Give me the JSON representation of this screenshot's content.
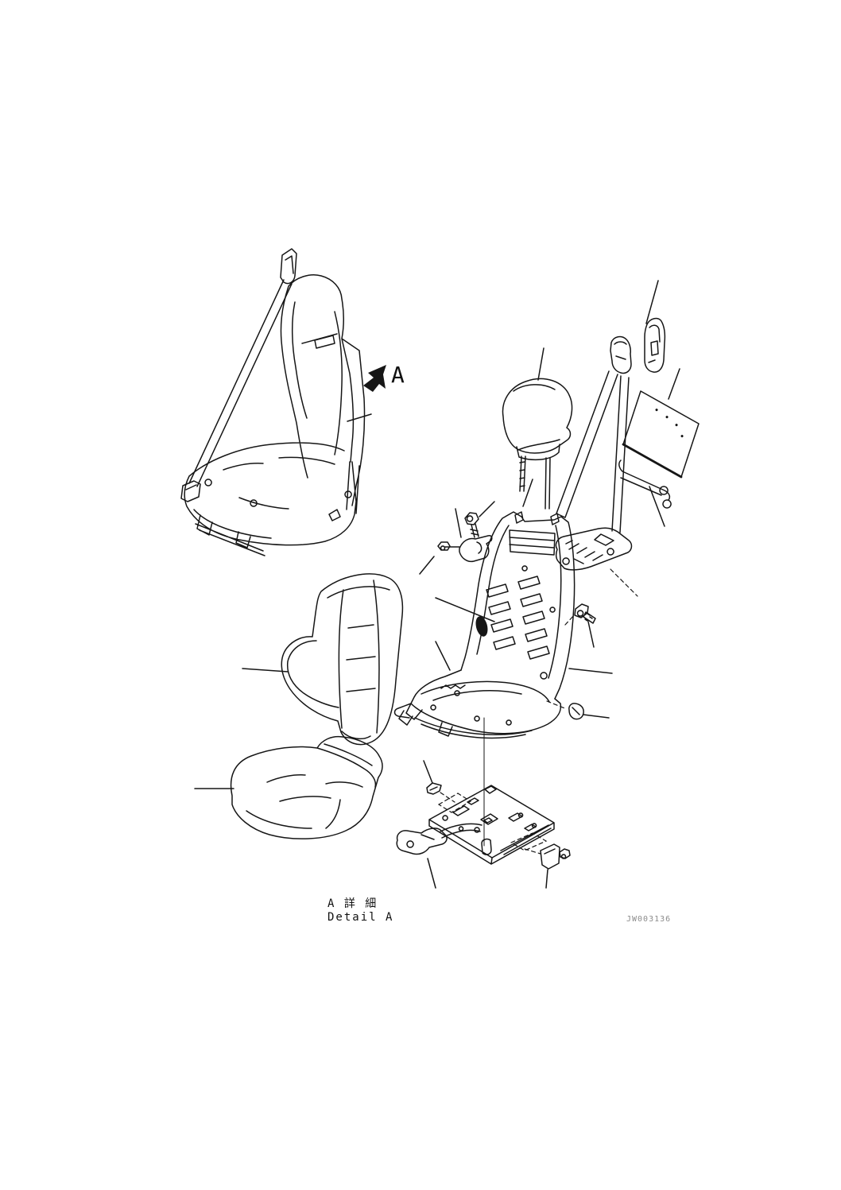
{
  "labels": {
    "view_marker": "A",
    "detail_caption_ja": "A 詳 細",
    "detail_caption_en": "Detail A",
    "drawing_number": "JW003136"
  },
  "colors": {
    "background": "#ffffff",
    "line": "#161616",
    "drawing_number_text": "#8c8c8c"
  },
  "components": [
    "assembled-seat-with-seat-belt",
    "headrest",
    "seat-belt-shoulder-anchor",
    "seat-belt-retractor",
    "belt-guide-cover",
    "back-panel",
    "belt-anchor-bar",
    "seat-back-frame",
    "seat-pan-frame",
    "mounting-bolt",
    "nut",
    "hook-bracket",
    "side-bolt",
    "cap-plug",
    "backrest-cushion",
    "seat-cushion",
    "base-mounting-plate",
    "clip",
    "slide-lever-bracket",
    "stopper-bracket"
  ]
}
